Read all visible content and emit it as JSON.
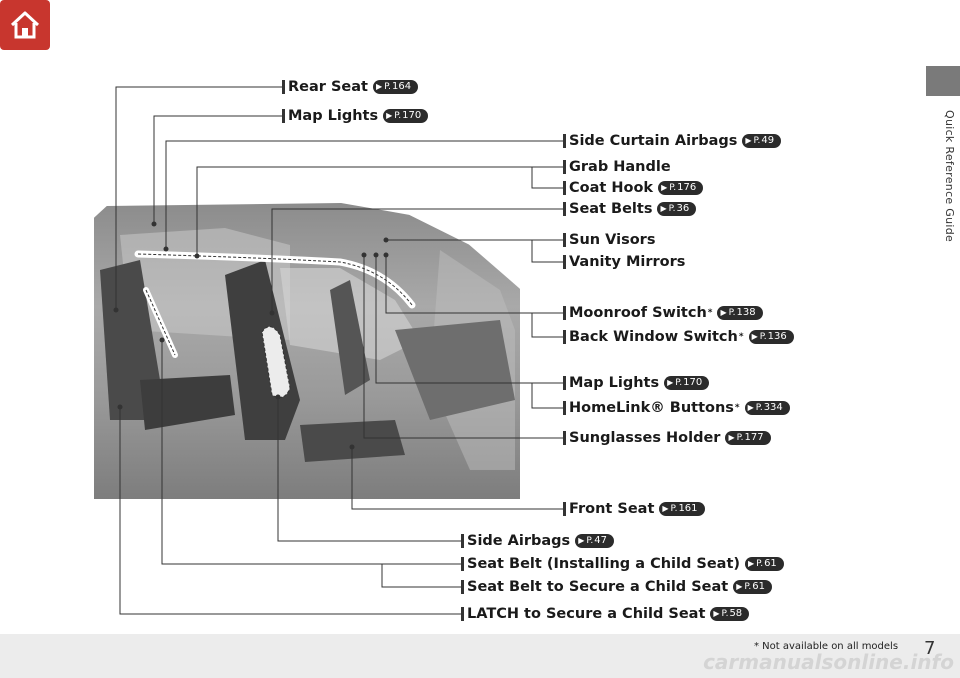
{
  "page": {
    "side_tab_text": "Quick Reference Guide",
    "footnote": "* Not available on all models",
    "page_number": "7",
    "watermark": "carmanualsonline.info"
  },
  "labels": [
    {
      "id": "rear-seat",
      "text": "Rear Seat",
      "star": "",
      "ref": "164"
    },
    {
      "id": "map-lights-top",
      "text": "Map Lights",
      "star": "",
      "ref": "170"
    },
    {
      "id": "side-curtain-airbags",
      "text": "Side Curtain Airbags",
      "star": "",
      "ref": "49"
    },
    {
      "id": "grab-handle",
      "text": "Grab Handle",
      "star": "",
      "ref": ""
    },
    {
      "id": "coat-hook",
      "text": "Coat Hook",
      "star": "",
      "ref": "176"
    },
    {
      "id": "seat-belts",
      "text": "Seat Belts",
      "star": "",
      "ref": "36"
    },
    {
      "id": "sun-visors",
      "text": "Sun Visors",
      "star": "",
      "ref": ""
    },
    {
      "id": "vanity-mirrors",
      "text": "Vanity Mirrors",
      "star": "",
      "ref": ""
    },
    {
      "id": "moonroof-switch",
      "text": "Moonroof Switch",
      "star": "*",
      "ref": "138"
    },
    {
      "id": "back-window-switch",
      "text": "Back Window Switch",
      "star": "*",
      "ref": "136"
    },
    {
      "id": "map-lights-front",
      "text": "Map Lights",
      "star": "",
      "ref": "170"
    },
    {
      "id": "homelink-buttons",
      "text": "HomeLink® Buttons",
      "star": "*",
      "ref": "334"
    },
    {
      "id": "sunglasses-holder",
      "text": "Sunglasses Holder",
      "star": "",
      "ref": "177"
    },
    {
      "id": "front-seat",
      "text": "Front Seat",
      "star": "",
      "ref": "161"
    },
    {
      "id": "side-airbags",
      "text": "Side Airbags",
      "star": "",
      "ref": "47"
    },
    {
      "id": "seat-belt-installing-child-seat",
      "text": "Seat Belt (Installing a Child Seat)",
      "star": "",
      "ref": "61"
    },
    {
      "id": "seat-belt-secure-child-seat",
      "text": "Seat Belt to Secure a Child Seat",
      "star": "",
      "ref": "61"
    },
    {
      "id": "latch-secure-child-seat",
      "text": "LATCH to Secure a Child Seat",
      "star": "",
      "ref": "58"
    }
  ],
  "ref_prefix": "P.",
  "icons": {
    "home": "home-icon",
    "ref_arrow": "arrow-right-icon"
  },
  "colors": {
    "home_button": "#c8362e",
    "side_tab": "#7a7a7a",
    "footer_bar": "#ececec"
  }
}
